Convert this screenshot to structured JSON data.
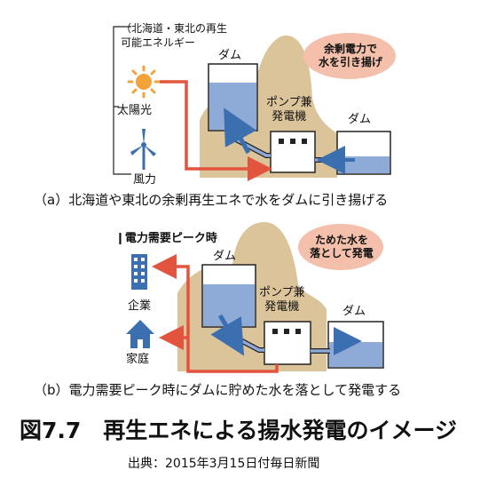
{
  "panel_a": {
    "source_label": "（北海道・東北の再生\n可能エネルギー",
    "sources": [
      "太陽光",
      "風力"
    ],
    "dam_upper": "ダム",
    "plant": "ポンプ兼\n発電機",
    "dam_lower": "ダム",
    "bubble": "余剰電力で\n水を引き揚げ",
    "caption": "（a）北海道や東北の余剰再生エネで水をダムに引き揚げる"
  },
  "panel_b": {
    "peak_label": "❙電力需要ピーク時",
    "consumers": [
      "企業",
      "家庭"
    ],
    "dam_upper": "ダム",
    "plant": "ポンプ兼\n発電機",
    "dam_lower": "ダム",
    "bubble": "ためた水を\n落として発電",
    "caption": "（b）電力需要ピーク時にダムに貯めた水を落として発電する"
  },
  "figure_title": "図7.7　再生エネによる揚水発電のイメージ",
  "source_note": "出典：2015年3月15日付毎日新聞",
  "colors": {
    "mountain": "#dcc49a",
    "water": "#8eaad6",
    "arrow_red": "#e2543d",
    "icon_blue": "#3c6fb0",
    "bubble": "#f4c0ab"
  }
}
